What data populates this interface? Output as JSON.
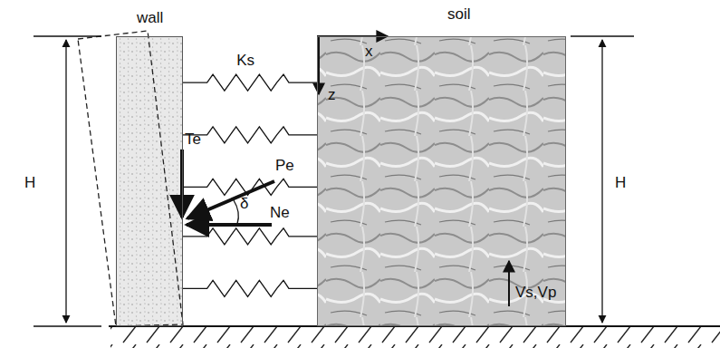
{
  "diagram": {
    "nodes": [
      {
        "text": [
          "wall"
        ]
      },
      {
        "text": [
          "soil"
        ]
      }
    ],
    "edges": [
      {
        "from": 0,
        "to": 1,
        "arrow": "none",
        "label": "Ks"
      },
      {
        "from": 0,
        "to": 1,
        "arrow": "none"
      },
      {
        "from": 0,
        "to": 1,
        "arrow": "none"
      },
      {
        "from": 0,
        "to": 1,
        "arrow": "none"
      },
      {
        "from": 0,
        "to": 1,
        "arrow": "none"
      }
    ],
    "labels": [
      "x",
      "z",
      "Te",
      "Pe",
      "δ",
      "Ne",
      "Vs,Vp",
      "H",
      "H"
    ]
  }
}
